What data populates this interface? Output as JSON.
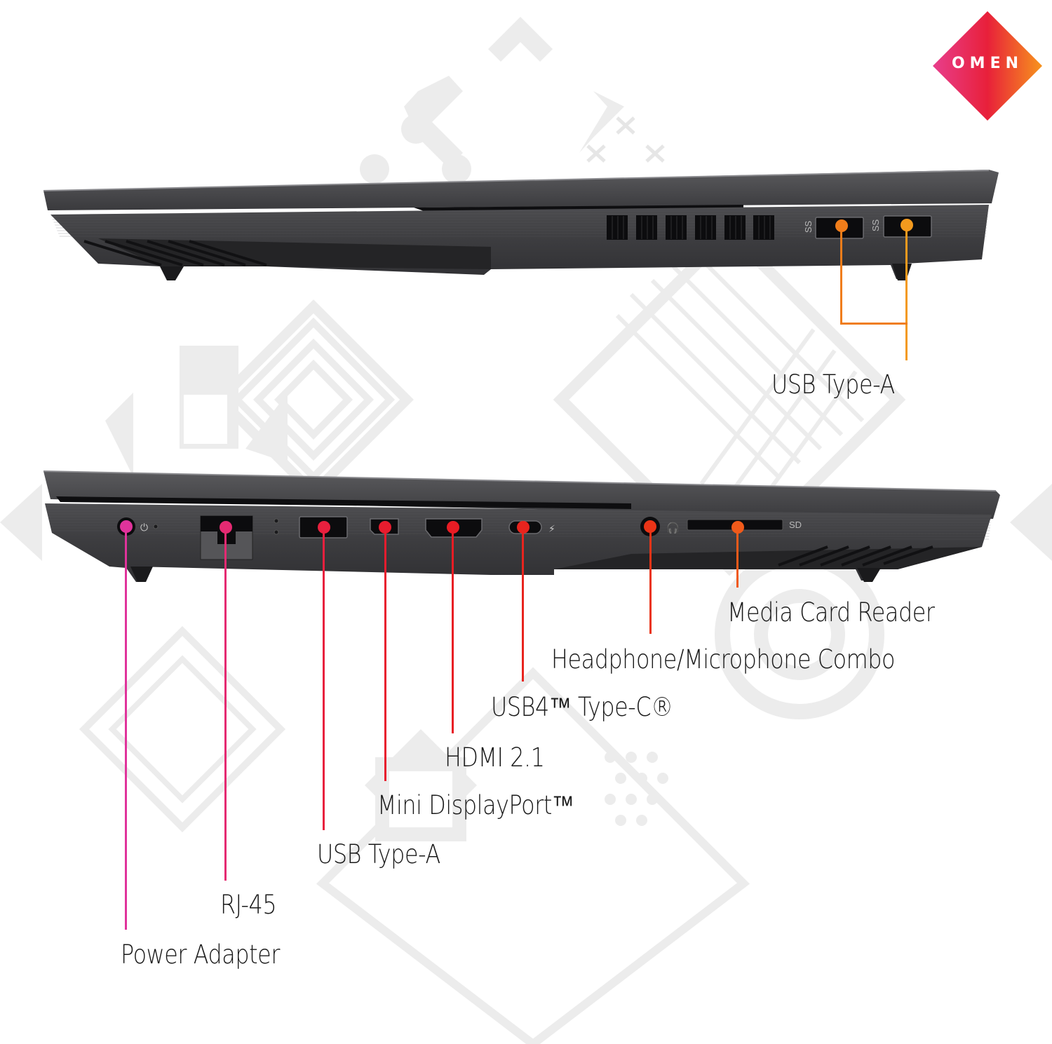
{
  "brand": {
    "logo_text": "OMEN",
    "logo_gradient": [
      "#e83e8c",
      "#e8203a",
      "#f7941d"
    ]
  },
  "top_view": {
    "side": "right",
    "port_markings": [
      "SS",
      "SS"
    ],
    "callouts": [
      {
        "label": "USB Type-A",
        "color": "#f07d1a",
        "count": 2
      }
    ]
  },
  "bottom_view": {
    "side": "left",
    "port_markings": {
      "sd": "SD"
    },
    "callouts": [
      {
        "label": "Power Adapter",
        "color": "#e0339b"
      },
      {
        "label": "RJ-45",
        "color": "#e52a72"
      },
      {
        "label": "USB Type-A",
        "color": "#e8203e"
      },
      {
        "label": "Mini DisplayPort™",
        "color": "#e81c2e"
      },
      {
        "label": "HDMI 2.1",
        "color": "#e81c24"
      },
      {
        "label": "USB4™ Type-C®",
        "color": "#e8241e"
      },
      {
        "label": "Headphone/Microphone Combo",
        "color": "#ea3417"
      },
      {
        "label": "Media Card Reader",
        "color": "#f05a1a"
      }
    ]
  },
  "colors": {
    "chassis_dark": "#2b2b2d",
    "chassis_mid": "#4a4a4d",
    "background_pattern": "#ececec"
  }
}
